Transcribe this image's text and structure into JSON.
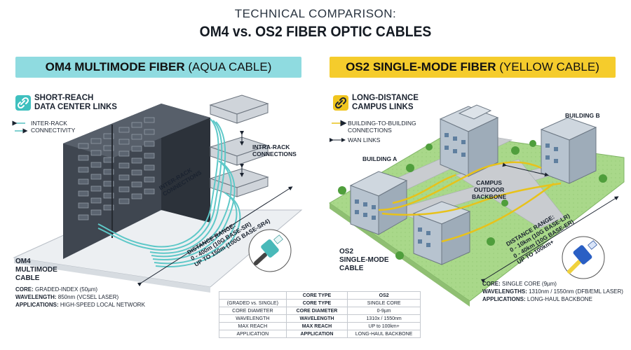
{
  "header": {
    "title": "TECHNICAL COMPARISON:",
    "subtitle": "OM4 vs. OS2 FIBER OPTIC CABLES"
  },
  "left": {
    "banner_bold": "OM4 MULTIMODE FIBER",
    "banner_rest": " (AQUA CABLE)",
    "feature_title": [
      "SHORT-REACH",
      "DATA CENTER LINKS"
    ],
    "legend": [
      "INTER-RACK",
      "CONNECTIVITY"
    ],
    "intra_rack_label": [
      "INTRA-RACK",
      "CONNECTIONS"
    ],
    "inter_rack_label": [
      "INTER-RACK",
      "CONNECTIONS"
    ],
    "distance": [
      "DISTANCE RANGE:",
      "0 - 400m (10G BASE-SR)",
      "UP TO 150m (100G BASE-SR4)"
    ],
    "cable_label": [
      "OM4",
      "MULTIMODE",
      "CABLE"
    ],
    "specs": [
      {
        "k": "CORE:",
        "v": " GRADED-INDEX (50µm)"
      },
      {
        "k": "WAVELENGTH:",
        "v": " 850nm (VCSEL LASER)"
      },
      {
        "k": "APPLICATIONS:",
        "v": " HIGH-SPEED LOCAL NETWORK"
      }
    ]
  },
  "right": {
    "banner_bold": "OS2 SINGLE-MODE FIBER",
    "banner_rest": " (YELLOW CABLE)",
    "feature_title": [
      "LONG-DISTANCE",
      "CAMPUS LINKS"
    ],
    "legend": [
      "BUILDING-TO-BUILDING",
      "CONNECTIONS",
      "WAN LINKS"
    ],
    "building_a": "BUILDING A",
    "building_b": "BUILDING B",
    "backbone": [
      "CAMPUS",
      "OUTDOOR",
      "BACKBONE"
    ],
    "distance": [
      "DISTANCE RANGE:",
      "0 - 10km (10G BASE-LR)",
      "0 - 40km (10G BASE-ER)",
      "UP TO 100km+"
    ],
    "cable_label": [
      "OS2",
      "SINGLE-MODE",
      "CABLE"
    ],
    "specs": [
      {
        "k": "CORE:",
        "v": " SINGLE CORE (9µm)"
      },
      {
        "k": "WAVELENGTHS:",
        "v": " 1310nm / 1550nm (DFB/EML LASER)"
      },
      {
        "k": "APPLICATIONS:",
        "v": " LONG-HAUL BACKBONE"
      }
    ]
  },
  "table": {
    "rows": [
      [
        "",
        "CORE TYPE",
        "OS2"
      ],
      [
        "(GRADED vs. SINGLE)",
        "CORE TYPE",
        "SINGLE CORE"
      ],
      [
        "CORE DIAMETER",
        "CORE DIAMETER",
        "0-9µm"
      ],
      [
        "WAVELENGTH",
        "WAVELENGTH",
        "1310x / 1550nm"
      ],
      [
        "MAX REACH",
        "MAX REACH",
        "UP to 100km+"
      ],
      [
        "APPLICATION",
        "APPLICATION",
        "LONG-HAUL BACKBONE"
      ]
    ]
  },
  "colors": {
    "aqua": "#8fdbe0",
    "aqua_cable": "#5ec8c8",
    "yellow": "#f5cc2c",
    "yellow_cable": "#e8c21a",
    "rack": "#3f4650",
    "connector_blue": "#2a5fc4"
  },
  "icons": {
    "left_feature": "chain-link-icon",
    "right_feature": "chain-link-icon"
  }
}
